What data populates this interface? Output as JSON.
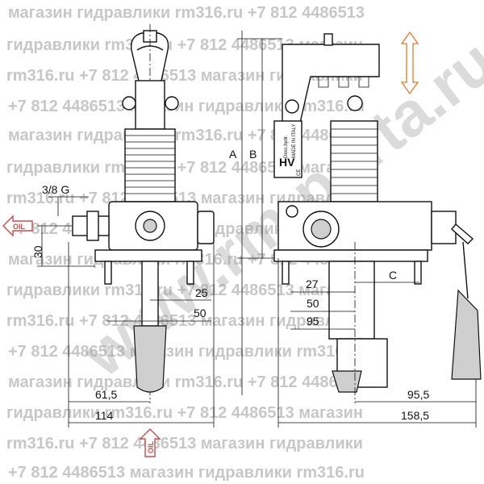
{
  "dimensions": {
    "thread": "3/8 G",
    "d30": "30",
    "d25": "25",
    "d50_left": "50",
    "d61_5": "61,5",
    "d114": "114",
    "A": "A",
    "B": "B",
    "C": "C",
    "d27": "27",
    "d50_right": "50",
    "d95": "95",
    "d95_5": "95,5",
    "d158_5": "158,5"
  },
  "ports": {
    "oil_left": "OIL",
    "oil_bottom": "OIL"
  },
  "label_plate": {
    "brand": "HV",
    "line1": "Desc.hydr.",
    "line2": "MADE IN ITALY",
    "line3": "CE"
  },
  "watermark": {
    "line1": "магазин гидравлики rm316.ru +7 812 4486513",
    "line2": "гидравлики rm316.ru +7 812 4486513 магазин",
    "line3": "rm316.ru +7 812 4486513 магазин гидравлики",
    "line4": "+7 812 4486513 магазин гидравлики rm316.ru",
    "logo": "www.rm-porta.ru"
  },
  "colors": {
    "oil_arrow": "#c0504d",
    "rotation_arrow": "#e07b39",
    "watermark": "#9a9a9a"
  }
}
